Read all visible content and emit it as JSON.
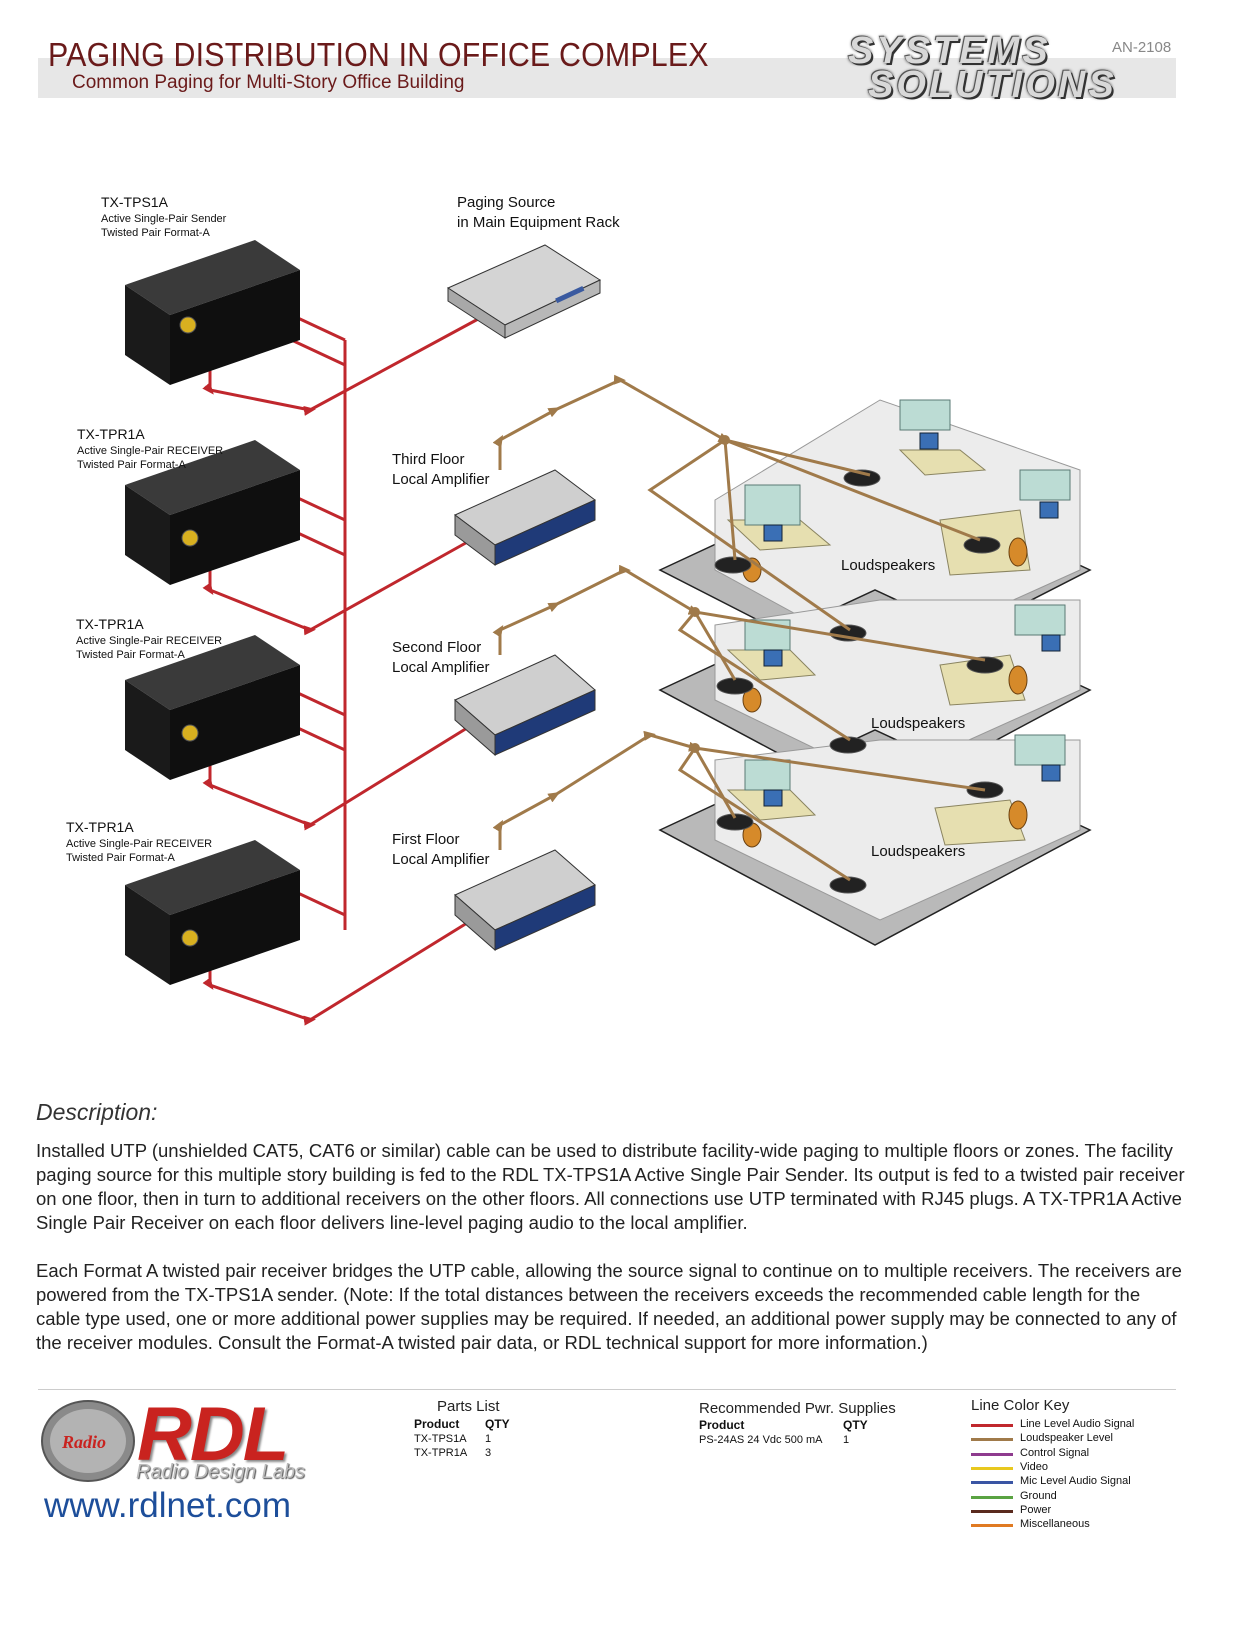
{
  "header": {
    "title": "PAGING DISTRIBUTION IN OFFICE COMPLEX",
    "subtitle": "Common Paging for Multi-Story Office Building",
    "doc_number": "AN-2108",
    "brand_line1": "SYSTEMS",
    "brand_line2": "SOLUTIONS"
  },
  "diagram": {
    "sender": {
      "name": "TX-TPS1A",
      "line1": "Active Single-Pair Sender",
      "line2": "Twisted Pair Format-A"
    },
    "receivers": [
      {
        "name": "TX-TPR1A",
        "line1": "Active Single-Pair RECEIVER",
        "line2": "Twisted Pair Format-A"
      },
      {
        "name": "TX-TPR1A",
        "line1": "Active Single-Pair RECEIVER",
        "line2": "Twisted Pair Format-A"
      },
      {
        "name": "TX-TPR1A",
        "line1": "Active Single-Pair RECEIVER",
        "line2": "Twisted Pair Format-A"
      }
    ],
    "source": {
      "line1": "Paging Source",
      "line2": "in Main Equipment Rack"
    },
    "amplifiers": [
      {
        "line1": "Third Floor",
        "line2": "Local Amplifier"
      },
      {
        "line1": "Second Floor",
        "line2": "Local Amplifier"
      },
      {
        "line1": "First Floor",
        "line2": "Local Amplifier"
      }
    ],
    "speaker_labels": [
      "Loudspeakers",
      "Loudspeakers",
      "Loudspeakers"
    ],
    "line_audio_color": "#c0272d",
    "speaker_line_color": "#a07a4a"
  },
  "description": {
    "heading": "Description:",
    "paragraph1": "Installed UTP (unshielded CAT5, CAT6 or similar) cable can be used to distribute facility-wide paging to multiple floors or zones.  The facility paging source for this multiple story building is fed to the RDL TX-TPS1A Active Single Pair Sender.  Its output is fed to a twisted pair receiver on one floor, then in turn to additional receivers on the other floors. All connections use UTP terminated with RJ45 plugs. A TX-TPR1A Active Single Pair Receiver on each floor delivers line-level paging audio to the local amplifier.",
    "paragraph2": "Each Format A twisted pair receiver bridges the UTP cable, allowing the source signal to continue on to multiple receivers. The receivers are powered from the  TX-TPS1A sender. (Note:  If the total distances between the receivers exceeds the recommended cable length for the cable type used, one or more additional power supplies may be required.  If needed, an additional power supply may be connected to any of the receiver modules. Consult the Format-A twisted pair data, or RDL technical support for more information.)"
  },
  "footer": {
    "logo_text": "RDL",
    "logo_sub": "Radio Design Labs",
    "logo_badge": "Radio",
    "url": "www.rdlnet.com",
    "parts": {
      "title": "Parts List",
      "col_product": "Product",
      "col_qty": "QTY",
      "rows": [
        {
          "product": "TX-TPS1A",
          "qty": "1"
        },
        {
          "product": "TX-TPR1A",
          "qty": "3"
        }
      ]
    },
    "power": {
      "title": "Recommended Pwr. Supplies",
      "col_product": "Product",
      "col_qty": "QTY",
      "rows": [
        {
          "product": "PS-24AS 24 Vdc 500 mA",
          "qty": "1"
        }
      ]
    },
    "line_key": {
      "title": "Line Color Key",
      "items": [
        {
          "label": "Line Level Audio Signal",
          "color": "#c0272d"
        },
        {
          "label": "Loudspeaker Level",
          "color": "#a07a4a"
        },
        {
          "label": "Control Signal",
          "color": "#8e3b8e"
        },
        {
          "label": "Video",
          "color": "#e8c81e"
        },
        {
          "label": "Mic Level Audio Signal",
          "color": "#3a55a4"
        },
        {
          "label": "Ground",
          "color": "#5aa342"
        },
        {
          "label": "Power",
          "color": "#5a2a1e"
        },
        {
          "label": "Miscellaneous",
          "color": "#e07a22"
        }
      ]
    }
  }
}
